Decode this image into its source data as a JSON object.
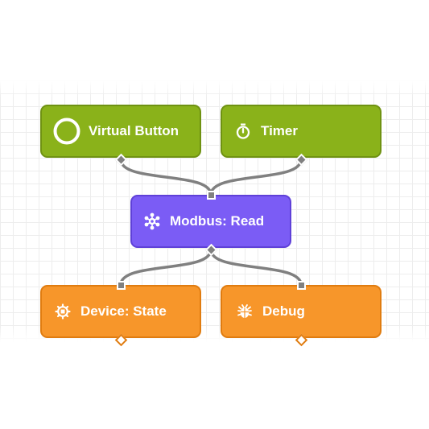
{
  "canvas": {
    "grid": true,
    "background": "#ffffff",
    "grid_color": "#ededed",
    "wire_color": "#808080"
  },
  "nodes": [
    {
      "id": "vbutton",
      "label": "Virtual Button",
      "icon": "circle-outline-icon",
      "color": "#8ab21a"
    },
    {
      "id": "timer",
      "label": "Timer",
      "icon": "stopwatch-icon",
      "color": "#8ab21a"
    },
    {
      "id": "modbus",
      "label": "Modbus: Read",
      "icon": "network-hub-icon",
      "color": "#7b5cf5"
    },
    {
      "id": "device",
      "label": "Device: State",
      "icon": "gear-chip-icon",
      "color": "#f7962a"
    },
    {
      "id": "debug",
      "label": "Debug",
      "icon": "bug-icon",
      "color": "#f7962a"
    }
  ],
  "connections": [
    {
      "from": "vbutton",
      "to": "modbus"
    },
    {
      "from": "timer",
      "to": "modbus"
    },
    {
      "from": "modbus",
      "to": "device"
    },
    {
      "from": "modbus",
      "to": "debug"
    }
  ]
}
